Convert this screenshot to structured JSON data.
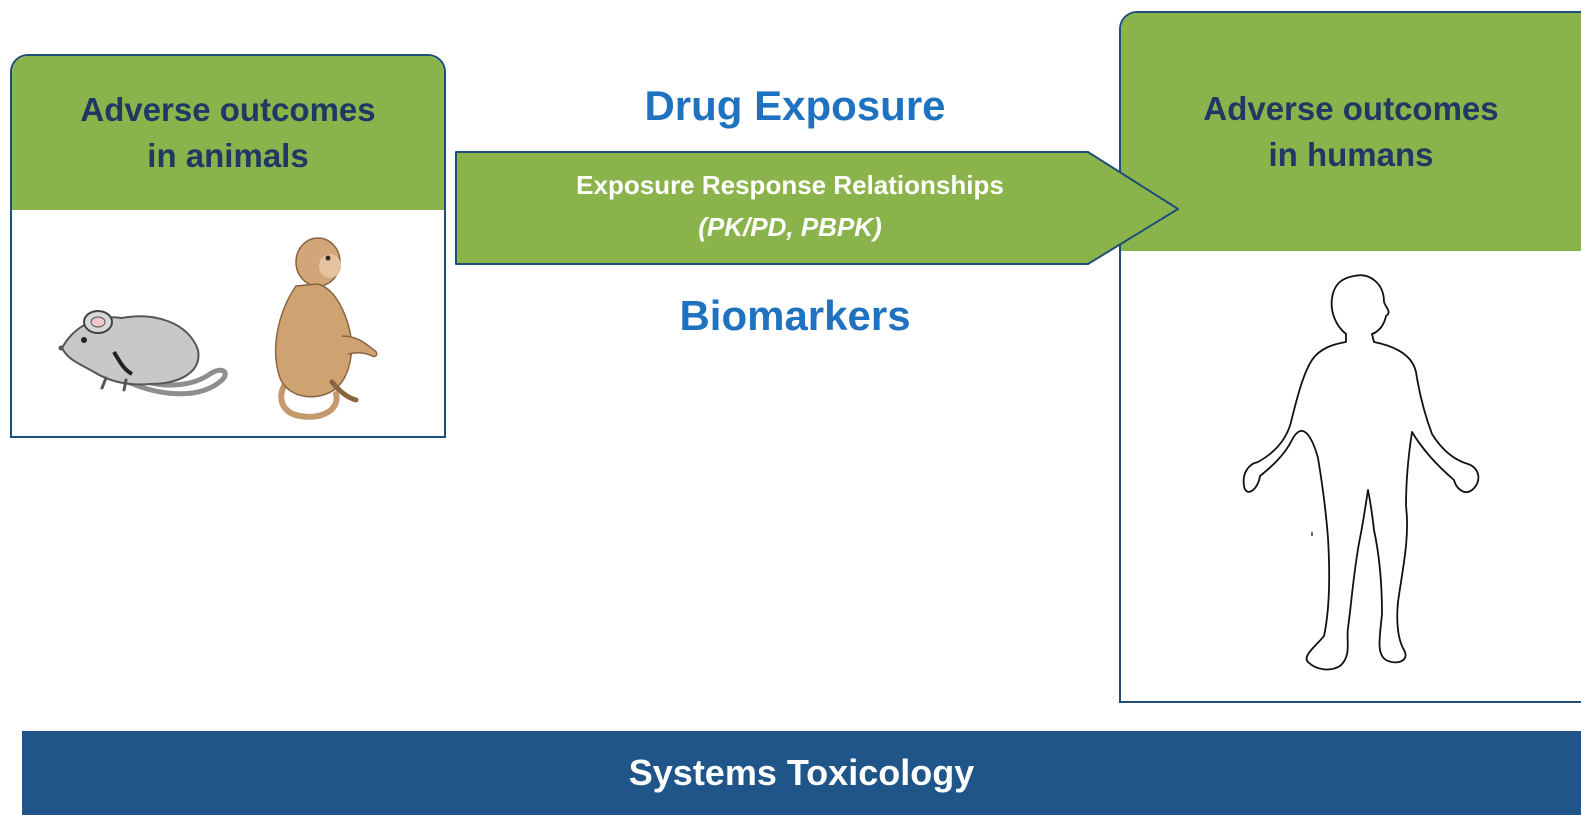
{
  "animals_box": {
    "title_line1": "Adverse outcomes",
    "title_line2": "in animals"
  },
  "humans_box": {
    "title_line1": "Adverse outcomes",
    "title_line2": "in humans"
  },
  "drug_exposure": "Drug Exposure",
  "biomarkers": "Biomarkers",
  "arrow": {
    "line1": "Exposure Response Relationships",
    "line2": "(PK/PD, PBPK)"
  },
  "footer": {
    "title": "Systems Toxicology"
  },
  "colors": {
    "header_green": "#8ab34b",
    "header_text": "#1f3864",
    "heading_blue": "#1f72c0",
    "footer_blue": "#1f5588",
    "border_navy": "#1f4e79"
  },
  "icons": [
    "mouse-icon",
    "monkey-icon",
    "human-outline-icon",
    "arrow-shape"
  ]
}
